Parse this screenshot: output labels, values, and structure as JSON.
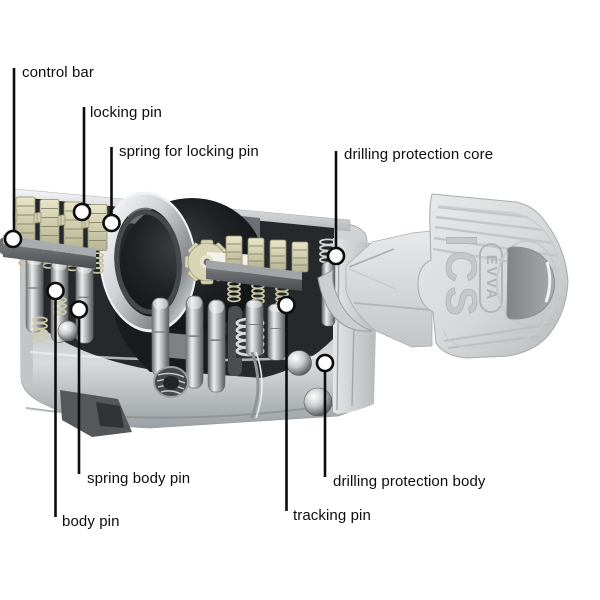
{
  "diagram": {
    "subject": "cutaway illustration of a profile lock cylinder with inserted key",
    "background_color": "#ffffff",
    "labels": [
      {
        "id": "control-bar",
        "text": "control bar"
      },
      {
        "id": "locking-pin",
        "text": "locking pin"
      },
      {
        "id": "spring-for-locking-pin",
        "text": "spring for locking pin"
      },
      {
        "id": "drilling-protection-core",
        "text": "drilling protection core"
      },
      {
        "id": "spring-body-pin",
        "text": "spring body pin"
      },
      {
        "id": "body-pin",
        "text": "body pin"
      },
      {
        "id": "tracking-pin",
        "text": "tracking pin"
      },
      {
        "id": "drilling-protection-body",
        "text": "drilling protection body"
      }
    ],
    "key": {
      "engraving_brand": "EVVA",
      "engraving_model": "ICS"
    },
    "colors": {
      "callout_line": "#0d0d0d",
      "callout_circle_fill": "#ffffff",
      "locking_pin_cream": "#d6d3b4",
      "control_bar_gray": "#5c6063",
      "housing_metal": "#c7cacc",
      "plug_black": "#17191c",
      "key_gray": "#d8dadb"
    }
  }
}
